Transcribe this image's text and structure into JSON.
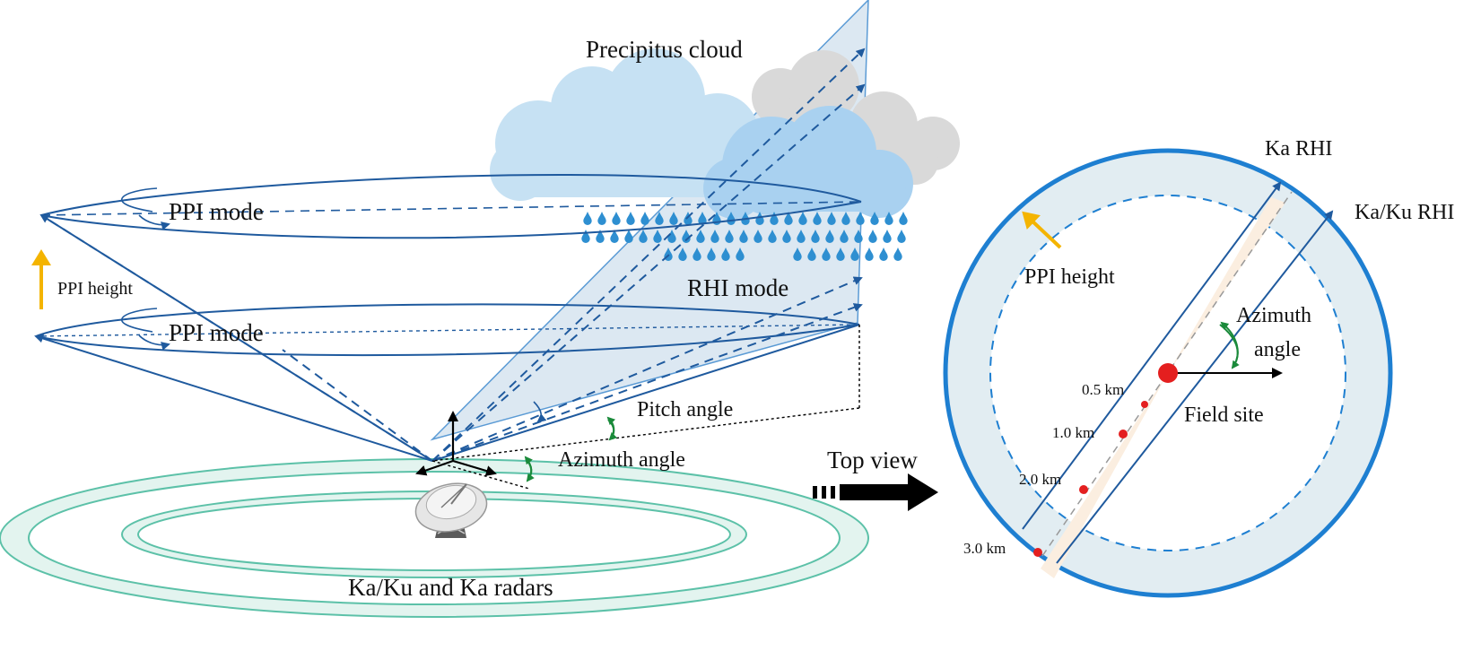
{
  "labels": {
    "cloud": "Precipitus cloud",
    "ppi_mode_upper": "PPI mode",
    "ppi_mode_lower": "PPI mode",
    "ppi_height_left": "PPI height",
    "rhi_mode": "RHI mode",
    "pitch_angle": "Pitch angle",
    "azimuth_angle": "Azimuth angle",
    "radars": "Ka/Ku and Ka radars",
    "top_view": "Top view"
  },
  "top_view": {
    "ka_rhi": "Ka RHI",
    "kaku_rhi": "Ka/Ku RHI",
    "ppi_height": "PPI height",
    "azimuth_line1": "Azimuth",
    "azimuth_line2": "angle",
    "field_site": "Field site",
    "ranges": [
      "0.5 km",
      "1.0 km",
      "2.0 km",
      "3.0 km"
    ]
  },
  "colors": {
    "beam_blue": "#1f5a9e",
    "rhi_fill": "#dce8f2",
    "cloud_blue": "#c6e1f3",
    "cloud_blue_dark": "#a9d1f0",
    "cloud_gray": "#d9d9d9",
    "rain_blue": "#2e8fd1",
    "ppi_arrow": "#f4b400",
    "angle_green": "#1a8a3a",
    "ground_ring": "#5cc1a8",
    "site_red": "#e41f1f",
    "top_ring": "#1e7fd1",
    "annulus_fill": "#e2edf2",
    "wedge_fill": "#fbeee0"
  }
}
